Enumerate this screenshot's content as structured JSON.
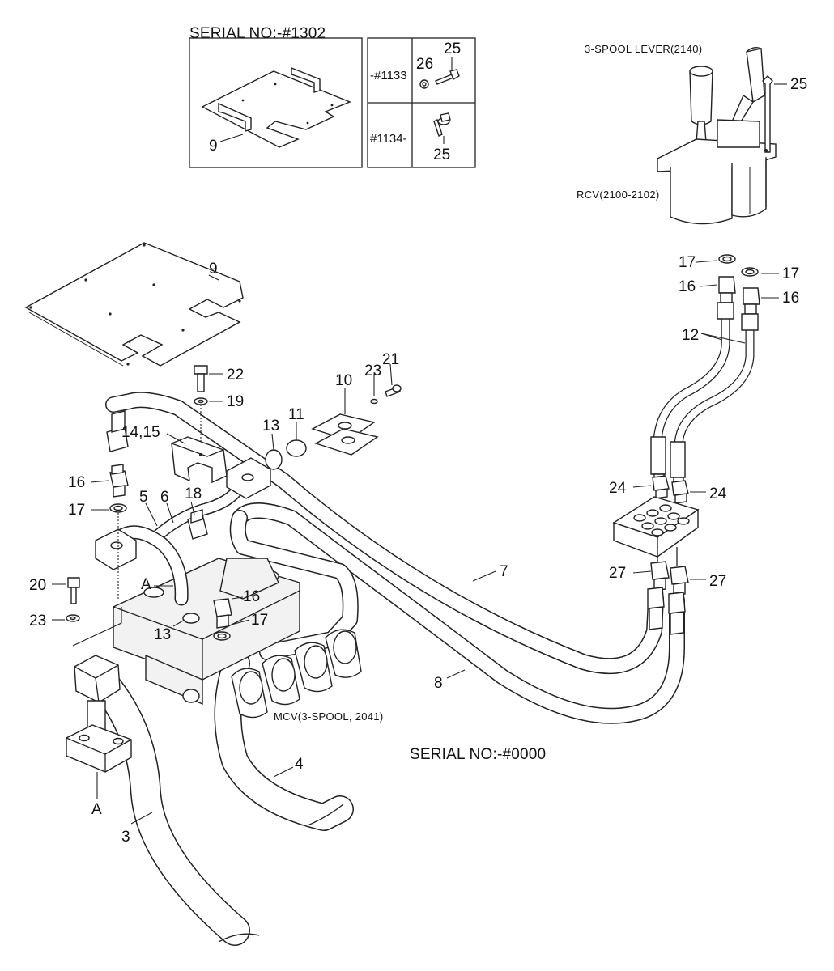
{
  "inset": {
    "serial_heading": "SERIAL NO:-#1302",
    "plate_label": "9",
    "row1_serial": "-#1133",
    "row1_parts": [
      "26",
      "25"
    ],
    "row2_serial": "#1134-",
    "row2_part": "25"
  },
  "captions": {
    "lever": "3-SPOOL LEVER(2140)",
    "rcv": "RCV(2100-2102)",
    "mcv": "MCV(3-SPOOL, 2041)",
    "serial_main": "SERIAL NO:-#0000"
  },
  "callouts": {
    "p25_top": "25",
    "p17_left": "17",
    "p17_right": "17",
    "p16_left": "16",
    "p16_right": "16",
    "p12": "12",
    "p9": "9",
    "p22": "22",
    "p19": "19",
    "p21": "21",
    "p23_top": "23",
    "p10": "10",
    "p11": "11",
    "p13_top": "13",
    "p14_15": "14,15",
    "p16_mid": "16",
    "p17_mid": "17",
    "p5": "5",
    "p6": "6",
    "p18": "18",
    "p24_left": "24",
    "p24_right": "24",
    "p27_left": "27",
    "p27_right": "27",
    "p7": "7",
    "p20": "20",
    "p23_left": "23",
    "pA_top": "A",
    "p16_valve": "16",
    "p17_valve": "17",
    "p13_valve": "13",
    "p8": "8",
    "p4": "4",
    "pA_bottom": "A",
    "p3": "3"
  }
}
